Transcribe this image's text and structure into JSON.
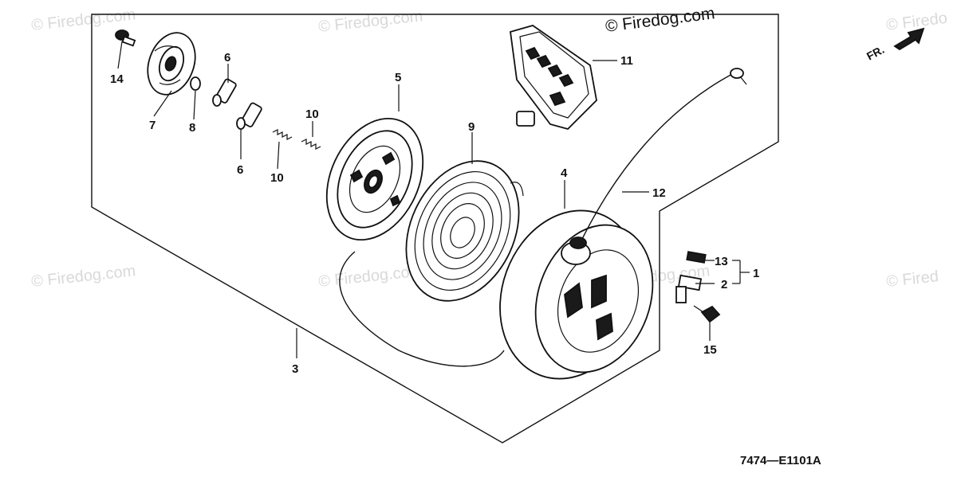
{
  "watermarks": {
    "top_left": "© Firedog.com",
    "top_center": "© Firedog.com",
    "top_right_main": "© Firedog.com",
    "top_right_edge": "© Firedo",
    "mid_left": "© Firedog.com",
    "mid_center": "© Firedog.com",
    "mid_right_center": "© Firedog.com",
    "mid_right_edge": "© Fired"
  },
  "front_indicator": "FR.",
  "callouts": {
    "c1": "1",
    "c2": "2",
    "c3": "3",
    "c4": "4",
    "c5": "5",
    "c6a": "6",
    "c6b": "6",
    "c7": "7",
    "c8": "8",
    "c9": "9",
    "c10a": "10",
    "c10b": "10",
    "c11": "11",
    "c12": "12",
    "c13": "13",
    "c14": "14",
    "c15": "15"
  },
  "diagram_code": "7474—E1101A"
}
